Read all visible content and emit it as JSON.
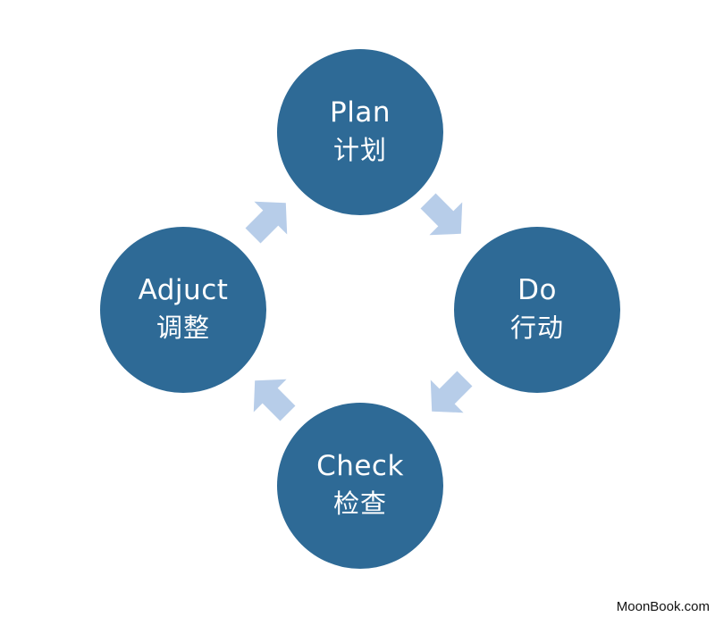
{
  "nodes": {
    "plan": {
      "en": "Plan",
      "zh": "计划"
    },
    "do": {
      "en": "Do",
      "zh": "行动"
    },
    "check": {
      "en": "Check",
      "zh": "检查"
    },
    "adjust": {
      "en": "Adjuct",
      "zh": "调整"
    }
  },
  "colors": {
    "node_fill": "#2e6a96",
    "arrow_fill": "#b7cde9",
    "text": "#ffffff"
  },
  "watermark": "MoonBook.com"
}
